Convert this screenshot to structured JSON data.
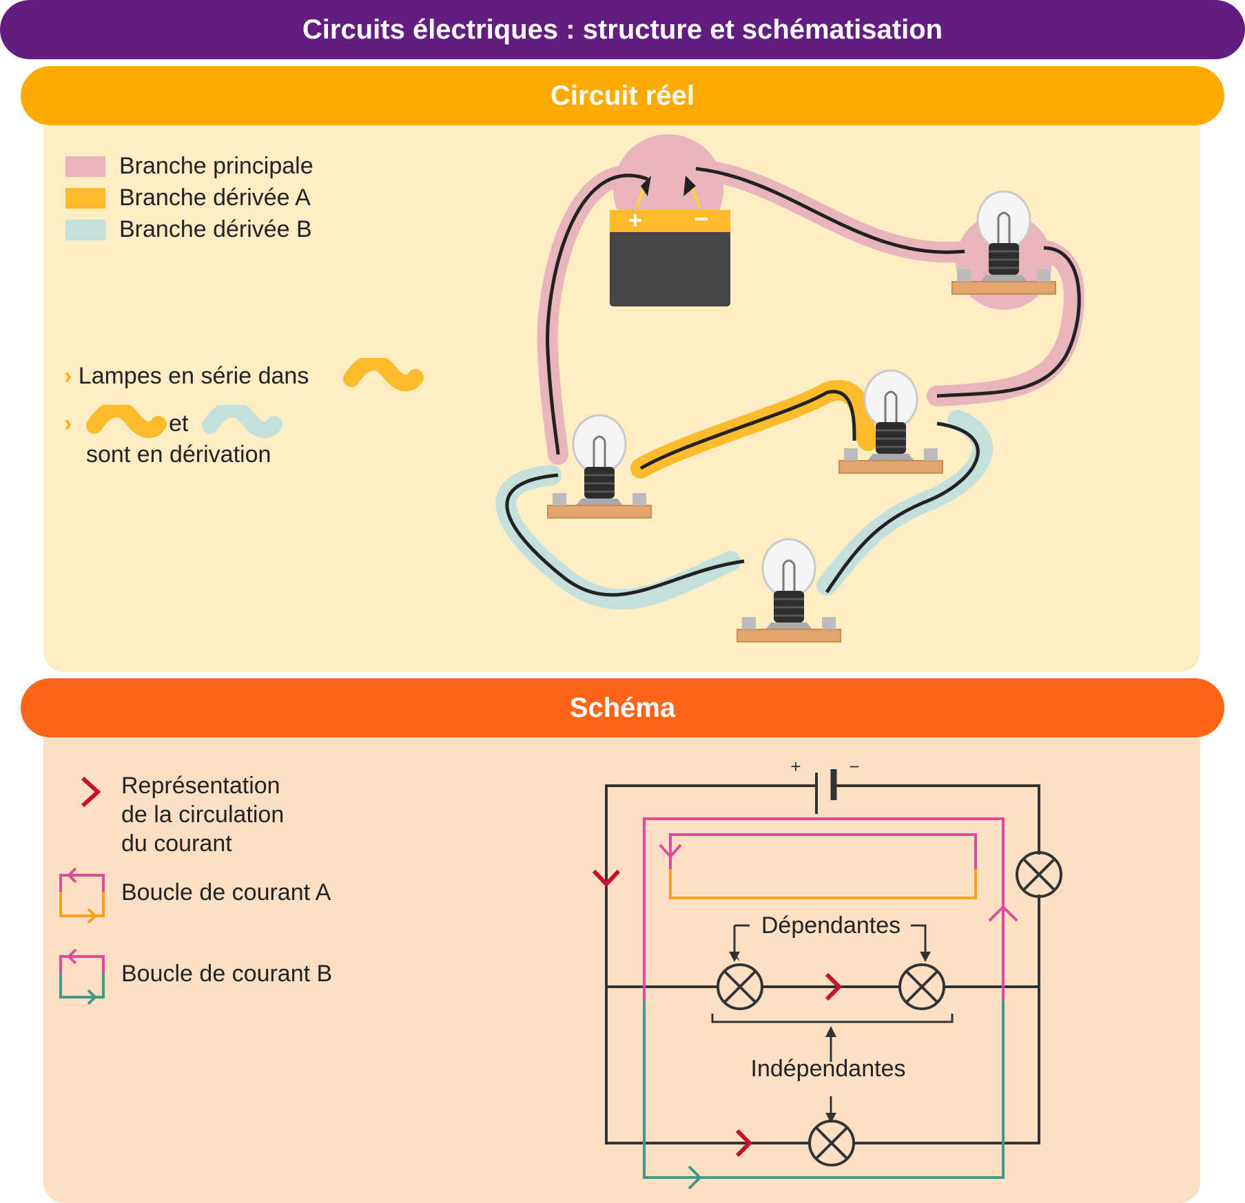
{
  "title": "Circuits électriques : structure et schématisation",
  "sections": {
    "real": {
      "header": "Circuit réel",
      "legend": [
        {
          "label": "Branche principale",
          "color": "#e9b5bc"
        },
        {
          "label": "Branche dérivée A",
          "color": "#fbbb2b"
        },
        {
          "label": "Branche dérivée B",
          "color": "#c4e0dc"
        }
      ],
      "notes": {
        "series": "Lampes en série dans",
        "and": "et",
        "parallel": "sont en dérivation"
      },
      "battery": {
        "plus": "+",
        "minus": "−"
      }
    },
    "schema": {
      "header": "Schéma",
      "legend": {
        "flow": [
          "Représentation",
          "de la circulation",
          "du courant"
        ],
        "loop_a": "Boucle de courant A",
        "loop_b": "Boucle de courant B"
      },
      "labels": {
        "dependent": "Dépendantes",
        "independent": "Indépendantes",
        "plus": "+",
        "minus": "−"
      }
    }
  },
  "colors": {
    "purple": "#611e80",
    "orange_header": "#fdab00",
    "orange_dark_header": "#fe6517",
    "flow_arrow": "#c8102e",
    "loop_top": "#de4b9e",
    "loop_a_bottom": "#f8a21c",
    "loop_b_bottom": "#3f9a87"
  },
  "icons": [
    "battery-icon",
    "bulb-icon",
    "lamp-symbol-icon",
    "arrow-icon"
  ]
}
